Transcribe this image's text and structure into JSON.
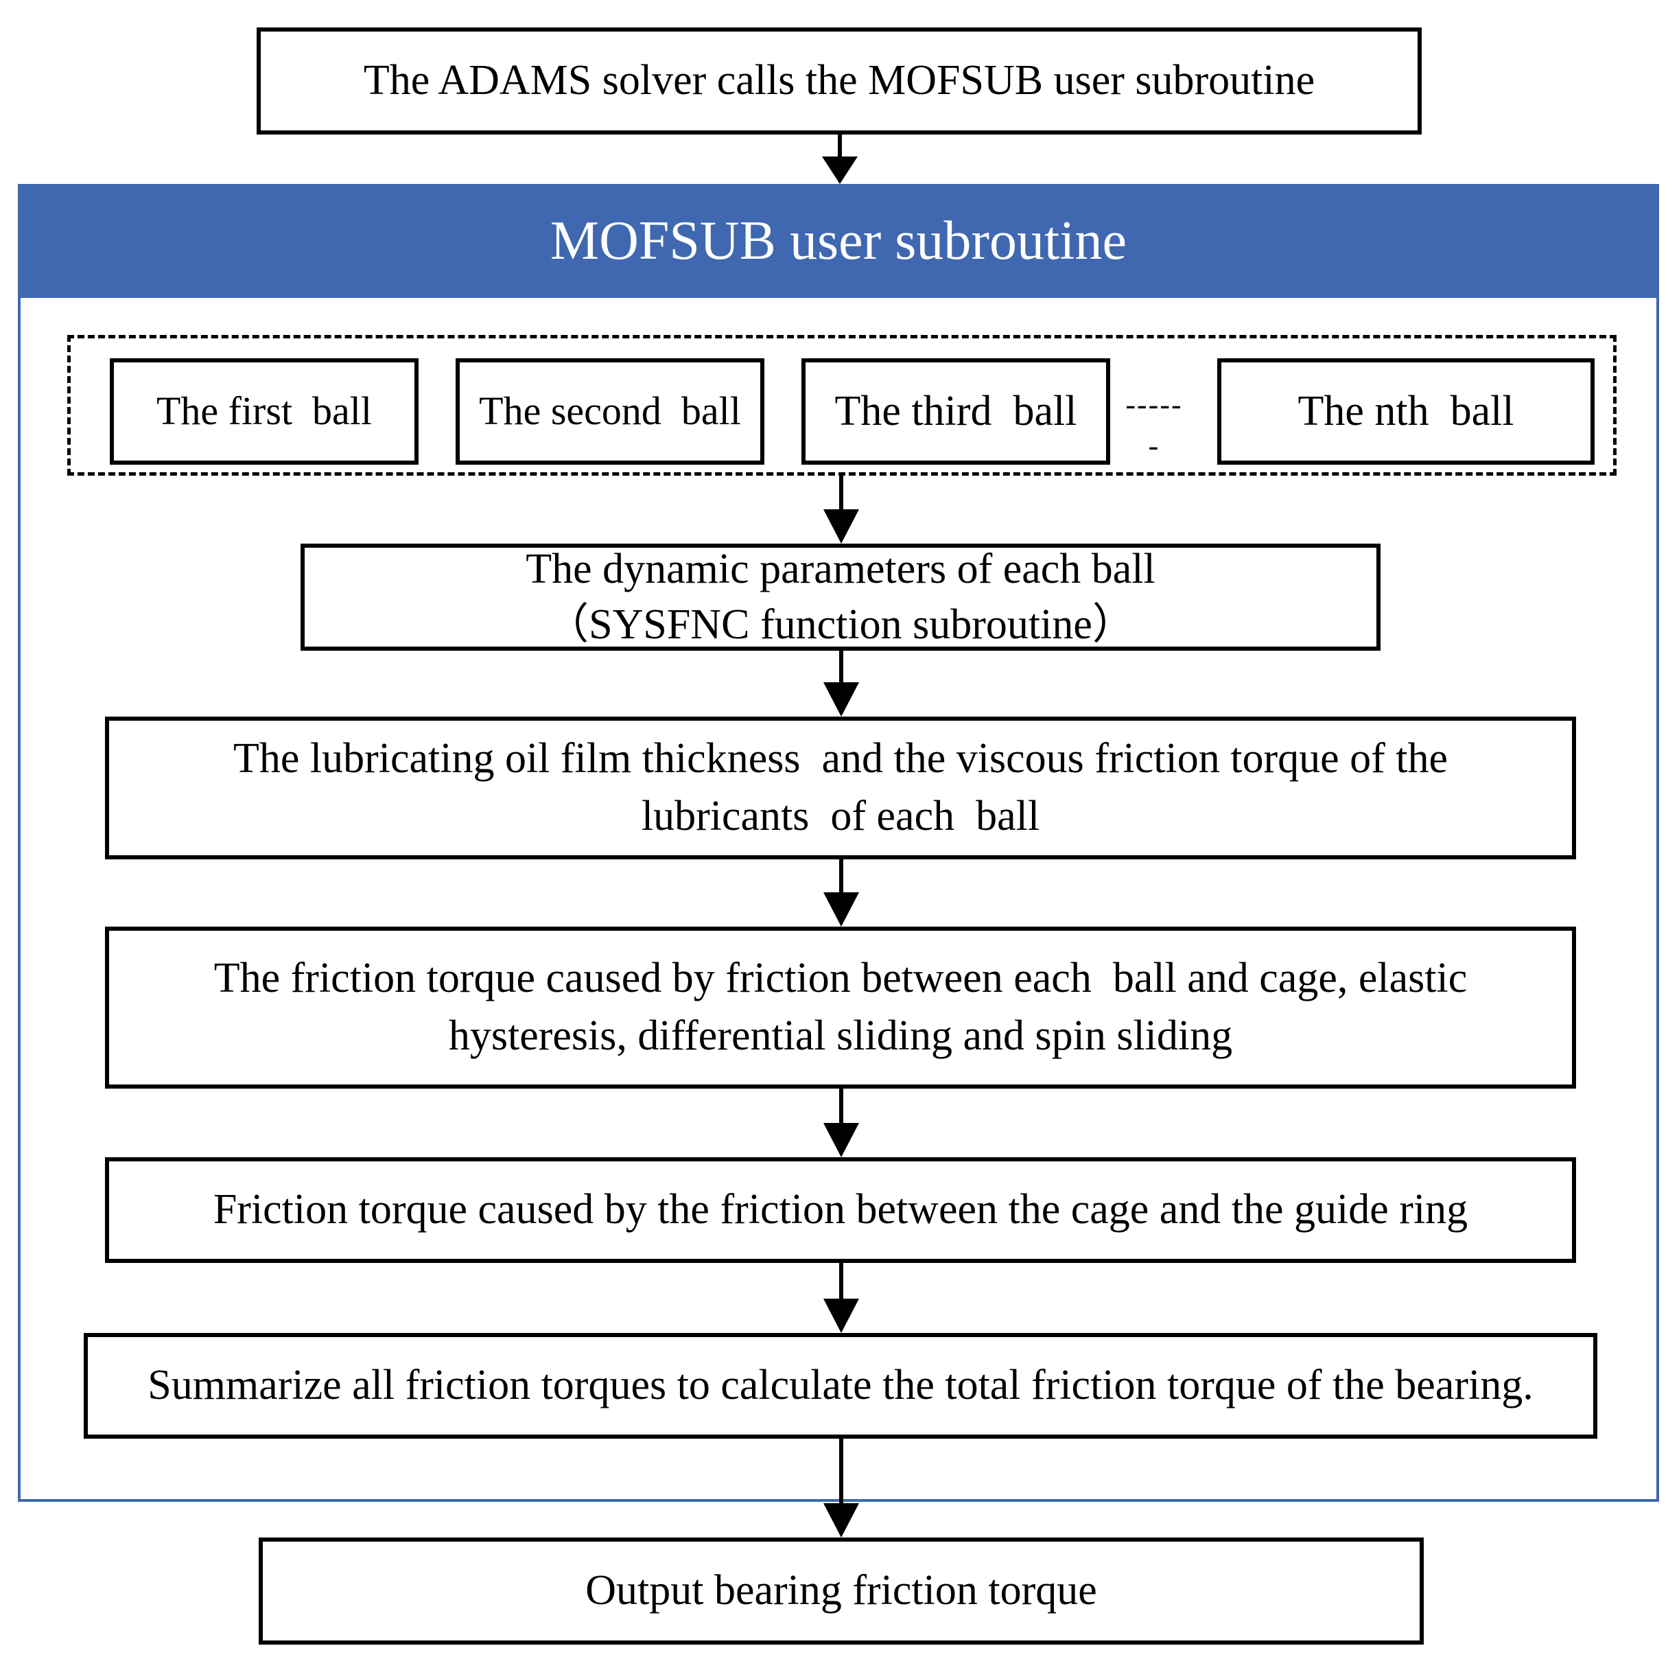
{
  "diagram": {
    "top_box": "The ADAMS solver calls the MOFSUB user subroutine",
    "panel_title": "MOFSUB user subroutine",
    "balls": [
      "The first  ball",
      "The second  ball",
      "The third  ball",
      "The nth  ball"
    ],
    "ellipsis": "------",
    "step1": {
      "line1": "The dynamic parameters of each ball",
      "line2": "（SYSFNC function subroutine）"
    },
    "step2": {
      "line1": "The lubricating oil film thickness  and the viscous friction torque of the",
      "line2": "lubricants  of each  ball"
    },
    "step3": {
      "line1": "The friction torque caused by friction between each  ball and cage, elastic",
      "line2": "hysteresis, differential sliding and spin sliding"
    },
    "step4": "Friction torque caused by the friction between the cage and the guide ring",
    "step5": "Summarize all friction torques to calculate the total friction torque of the bearing.",
    "output": "Output bearing friction torque"
  },
  "colors": {
    "panel_blue": "#3f68b0",
    "text_on_blue": "#ffffff",
    "line": "#000000"
  }
}
